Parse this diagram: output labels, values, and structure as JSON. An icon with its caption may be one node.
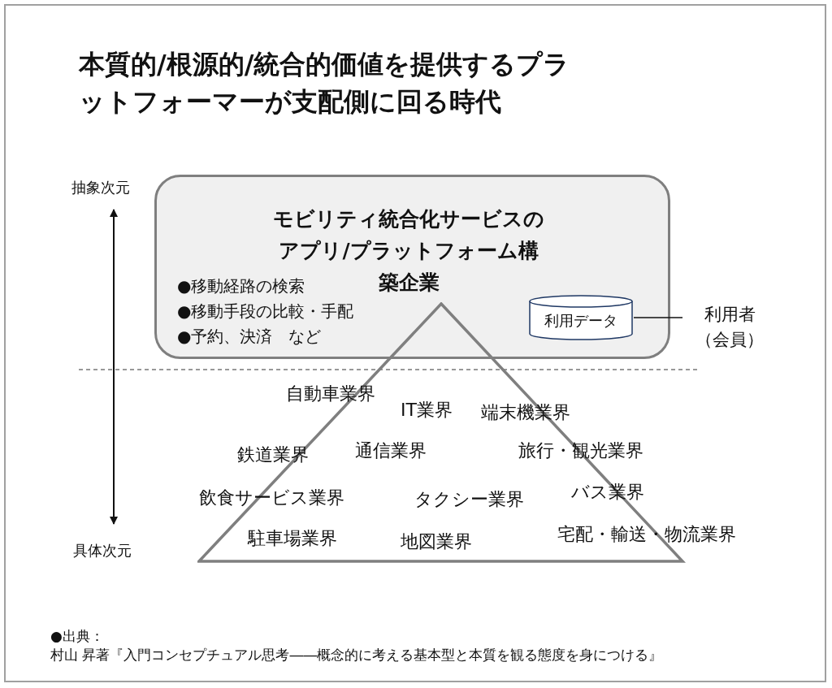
{
  "diagram": {
    "title": "本質的/根源的/統合的価値を提供するプラットフォーマーが支配側に回る時代",
    "nodes": [
      {
        "text": [
          "モビリティ統合化サービスのアプリ/プラットフォーム構築企業",
          "●移動経路の検索",
          "●移動手段の比較・手配",
          "●予約、決済　など"
        ]
      },
      {
        "text": [
          "利用データ"
        ],
        "in": 0
      },
      {
        "text": [
          "利用者（会員）"
        ]
      },
      {
        "text": [
          "自動車業界",
          "IT業界",
          "端末機業界",
          "鉄道業界",
          "通信業界",
          "旅行・観光業界",
          "飲食サービス業界",
          "タクシー業界",
          "バス業界",
          "駐車場業界",
          "地図業界",
          "宅配・輸送・物流業界"
        ]
      }
    ],
    "edges": [
      {
        "from": 1,
        "to": 2,
        "arrow": "none"
      }
    ],
    "labels": [
      "抽象次元",
      "具体次元",
      "●出典：",
      "村山 昇著『入門コンセプチュアル思考――概念的に考える基本型と本質を観る態度を身につける』"
    ]
  }
}
